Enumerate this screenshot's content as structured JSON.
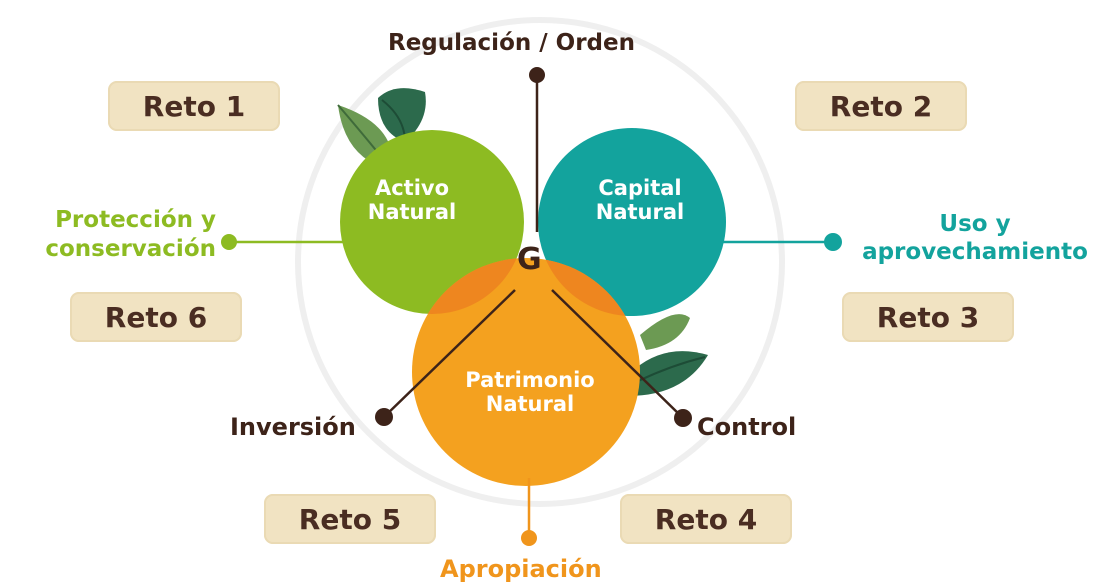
{
  "diagram": {
    "top_label": "Regulación / Orden",
    "left_label": [
      "Protección y",
      "conservación"
    ],
    "right_label": [
      "Uso y",
      "aprovechamiento"
    ],
    "bottom_label": "Apropiación",
    "inversion_label": "Inversión",
    "control_label": "Control",
    "center_letter": "G",
    "circles": {
      "left": [
        "Activo",
        "Natural"
      ],
      "right": [
        "Capital",
        "Natural"
      ],
      "bottom": [
        "Patrimonio",
        "Natural"
      ]
    },
    "retos": [
      "Reto 1",
      "Reto 2",
      "Reto 3",
      "Reto 4",
      "Reto 5",
      "Reto 6"
    ]
  },
  "colors": {
    "green": "#8dbb22",
    "teal": "#13a39d",
    "orange": "#f0951c",
    "dark": "#3d2319",
    "reto_bg": "#f1e3c2"
  }
}
